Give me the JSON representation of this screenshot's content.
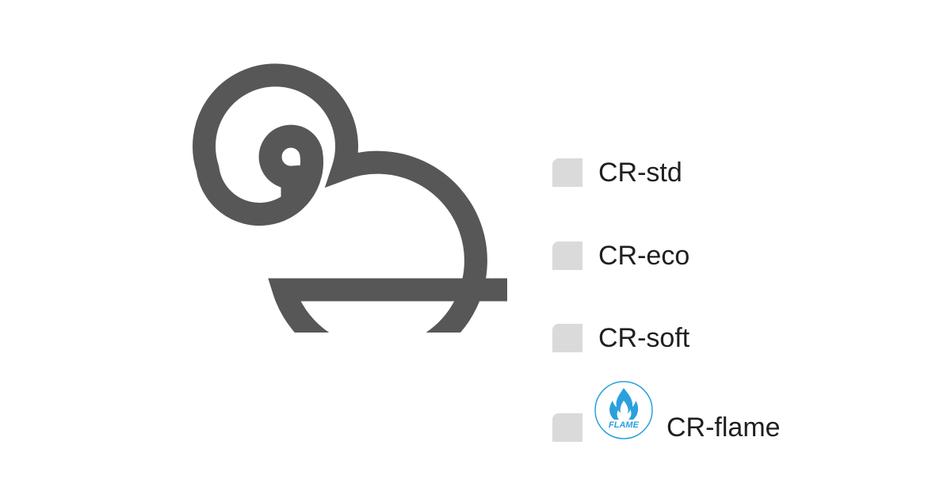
{
  "colors": {
    "roll": "#575757",
    "swatch": "#dadada",
    "text": "#1f1f1f",
    "flame_blue": "#2aa0dc"
  },
  "variants": [
    {
      "label": "CR-std"
    },
    {
      "label": "CR-eco"
    },
    {
      "label": "CR-soft"
    },
    {
      "label": "CR-flame",
      "badge": {
        "icon": "flame-icon",
        "text": "FLAME"
      }
    }
  ]
}
